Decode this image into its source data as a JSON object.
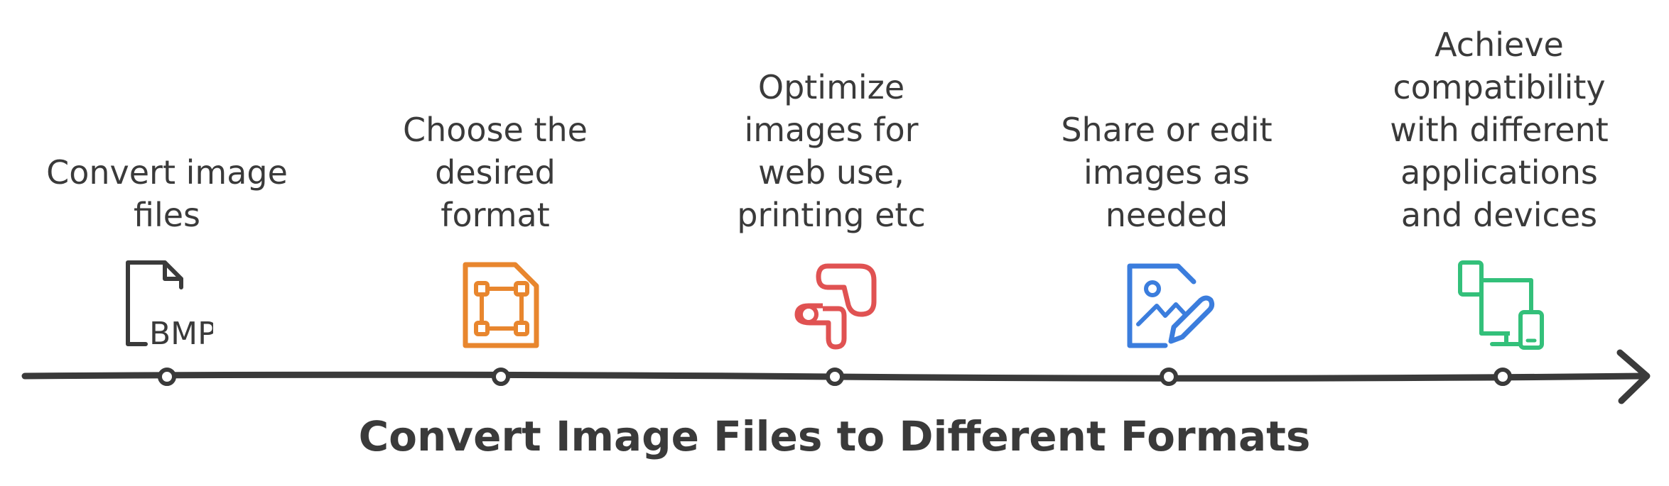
{
  "title": "Convert Image Files to Different Formats",
  "steps": [
    {
      "label": "Convert image\nfiles",
      "icon": "bmp-file-icon",
      "color": "#3a3a3a",
      "icon_text": "BMP"
    },
    {
      "label": "Choose the\ndesired\nformat",
      "icon": "vector-file-icon",
      "color": "#e8862e"
    },
    {
      "label": "Optimize\nimages for\nweb use,\nprinting etc",
      "icon": "google-ads-icon",
      "color": "#e05252"
    },
    {
      "label": "Share or edit\nimages as\nneeded",
      "icon": "edit-image-icon",
      "color": "#3b7ddd"
    },
    {
      "label": "Achieve\ncompatibility\nwith different\napplications\nand devices",
      "icon": "devices-icon",
      "color": "#33c07a"
    }
  ],
  "colors": {
    "text": "#3a3a3a",
    "line": "#3a3a3a"
  }
}
